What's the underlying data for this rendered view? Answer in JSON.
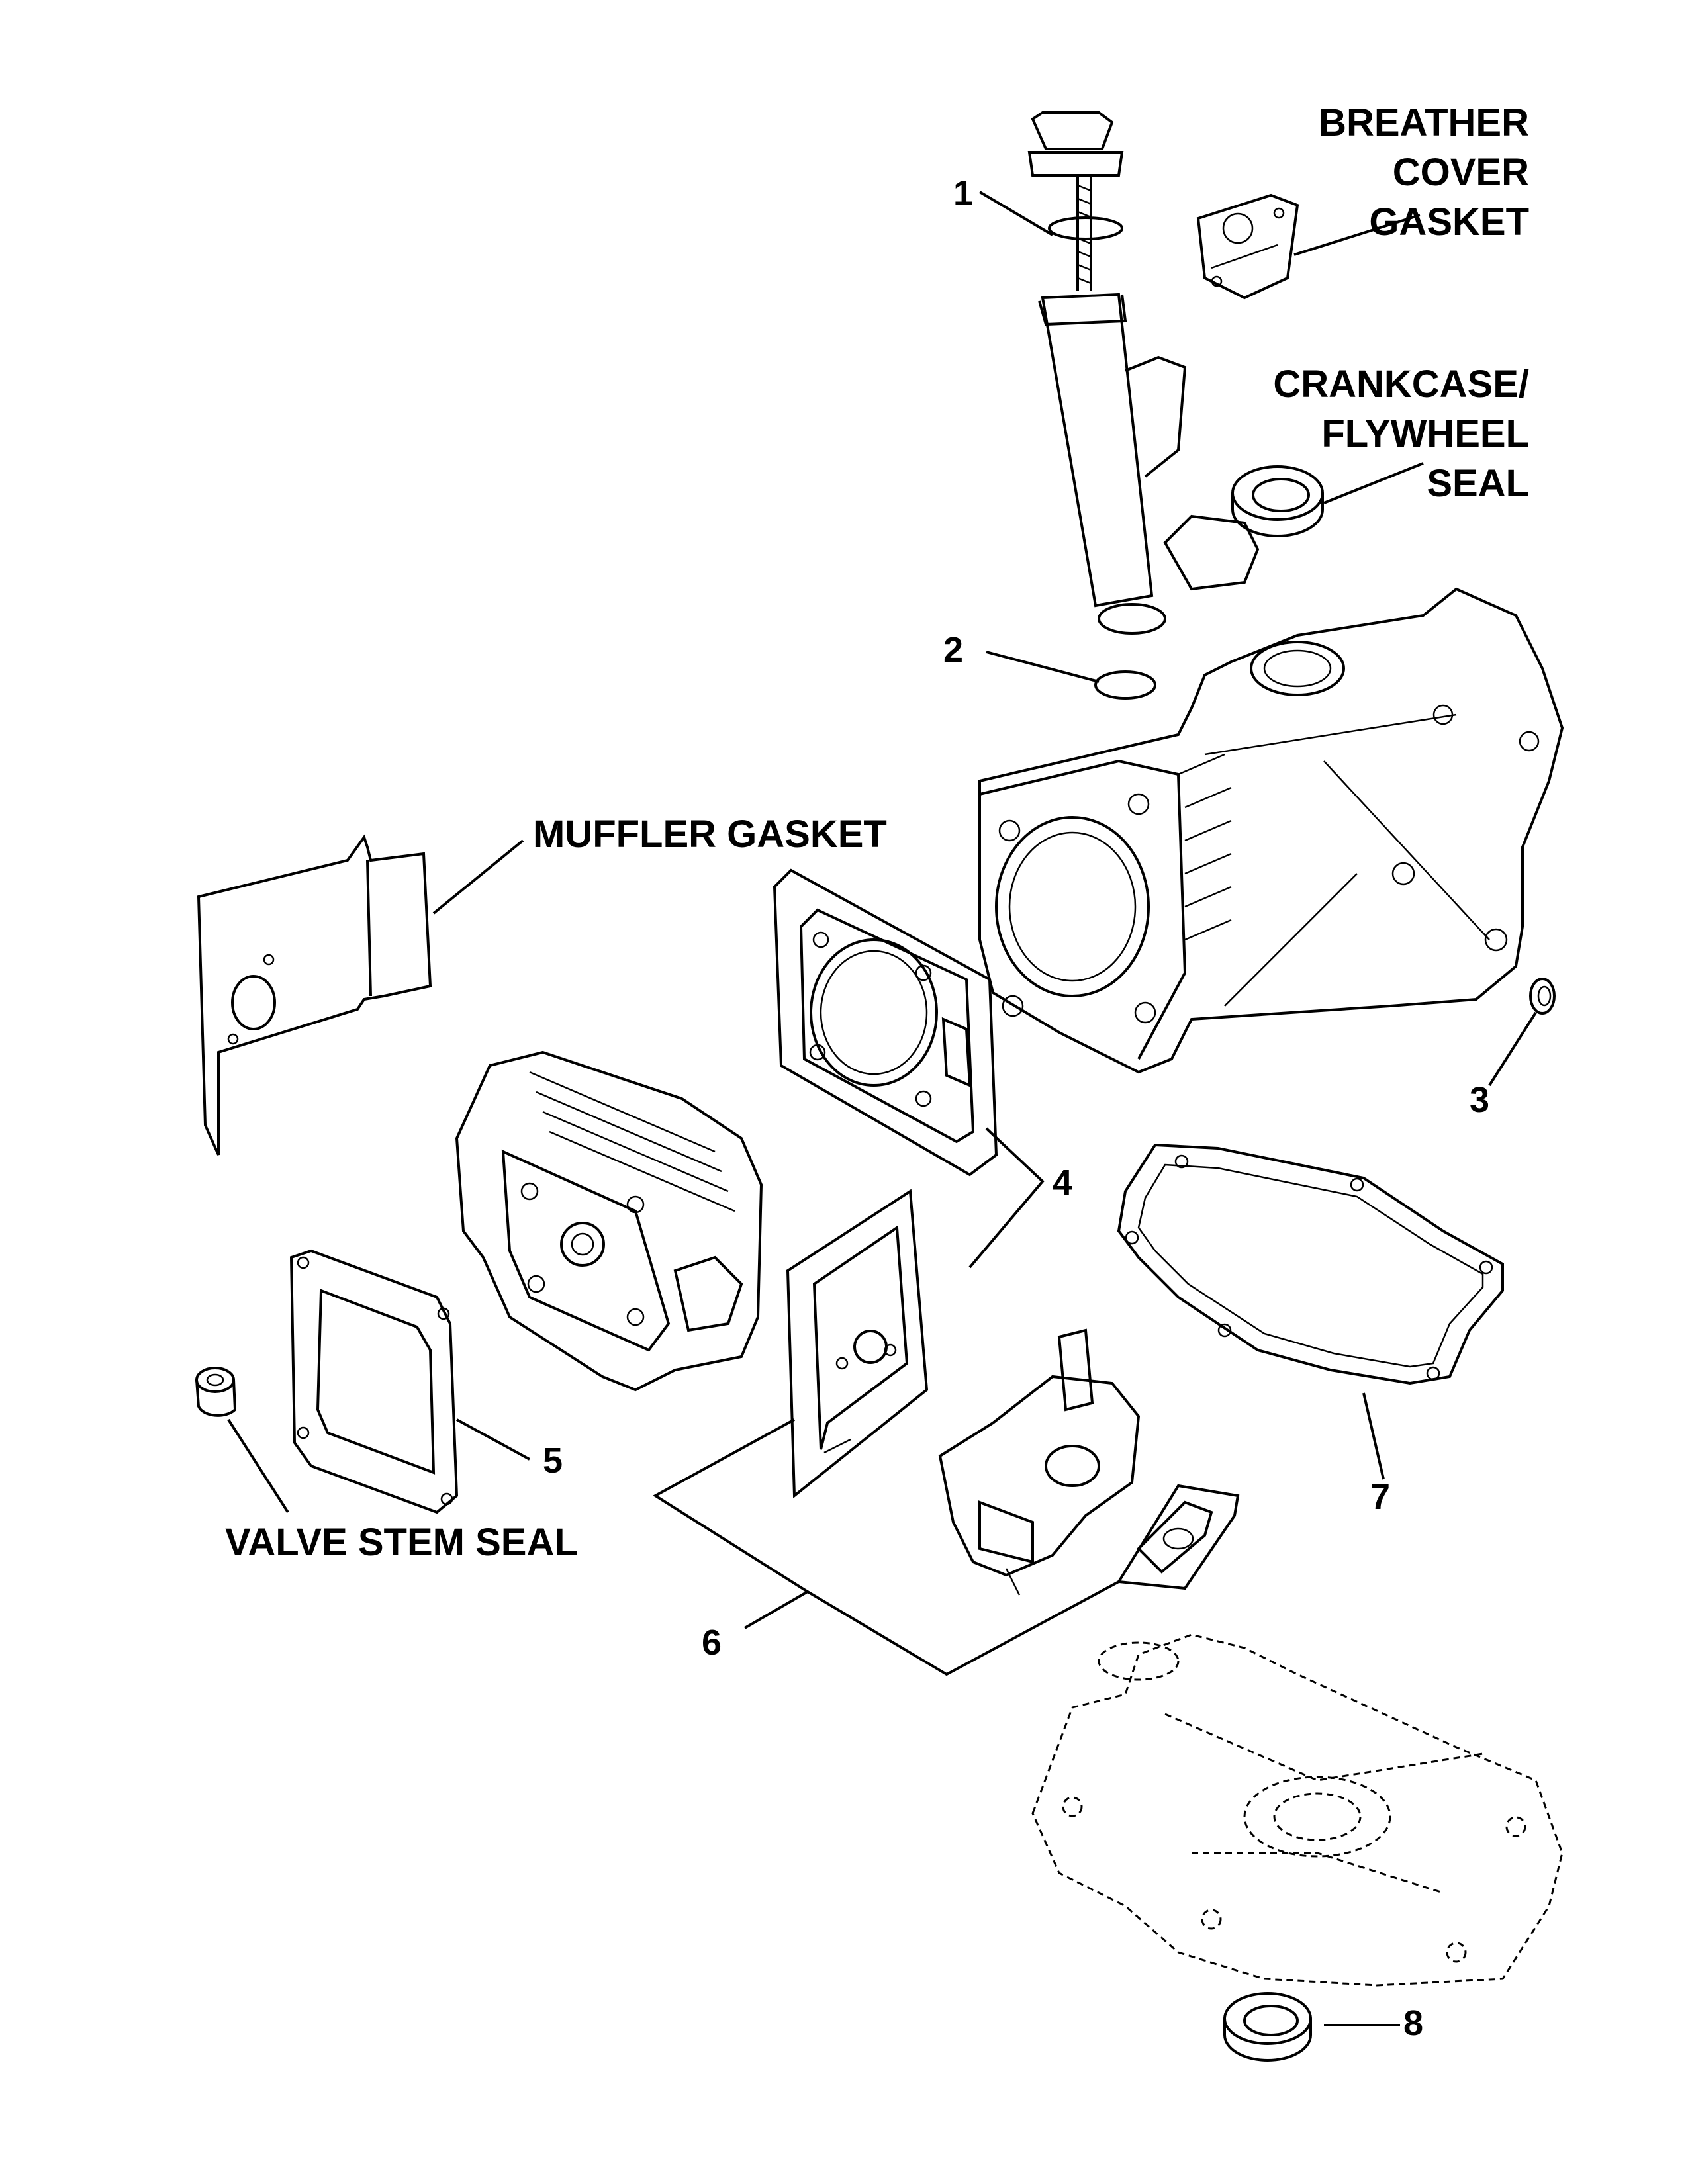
{
  "labels": {
    "breather_cover_gasket": [
      "BREATHER",
      "COVER",
      "GASKET"
    ],
    "crankcase_flywheel_seal": [
      "CRANKCASE/",
      "FLYWHEEL",
      "SEAL"
    ],
    "muffler_gasket": "MUFFLER GASKET",
    "valve_stem_seal": "VALVE STEM SEAL"
  },
  "callouts": [
    "1",
    "2",
    "3",
    "4",
    "5",
    "6",
    "7",
    "8"
  ]
}
